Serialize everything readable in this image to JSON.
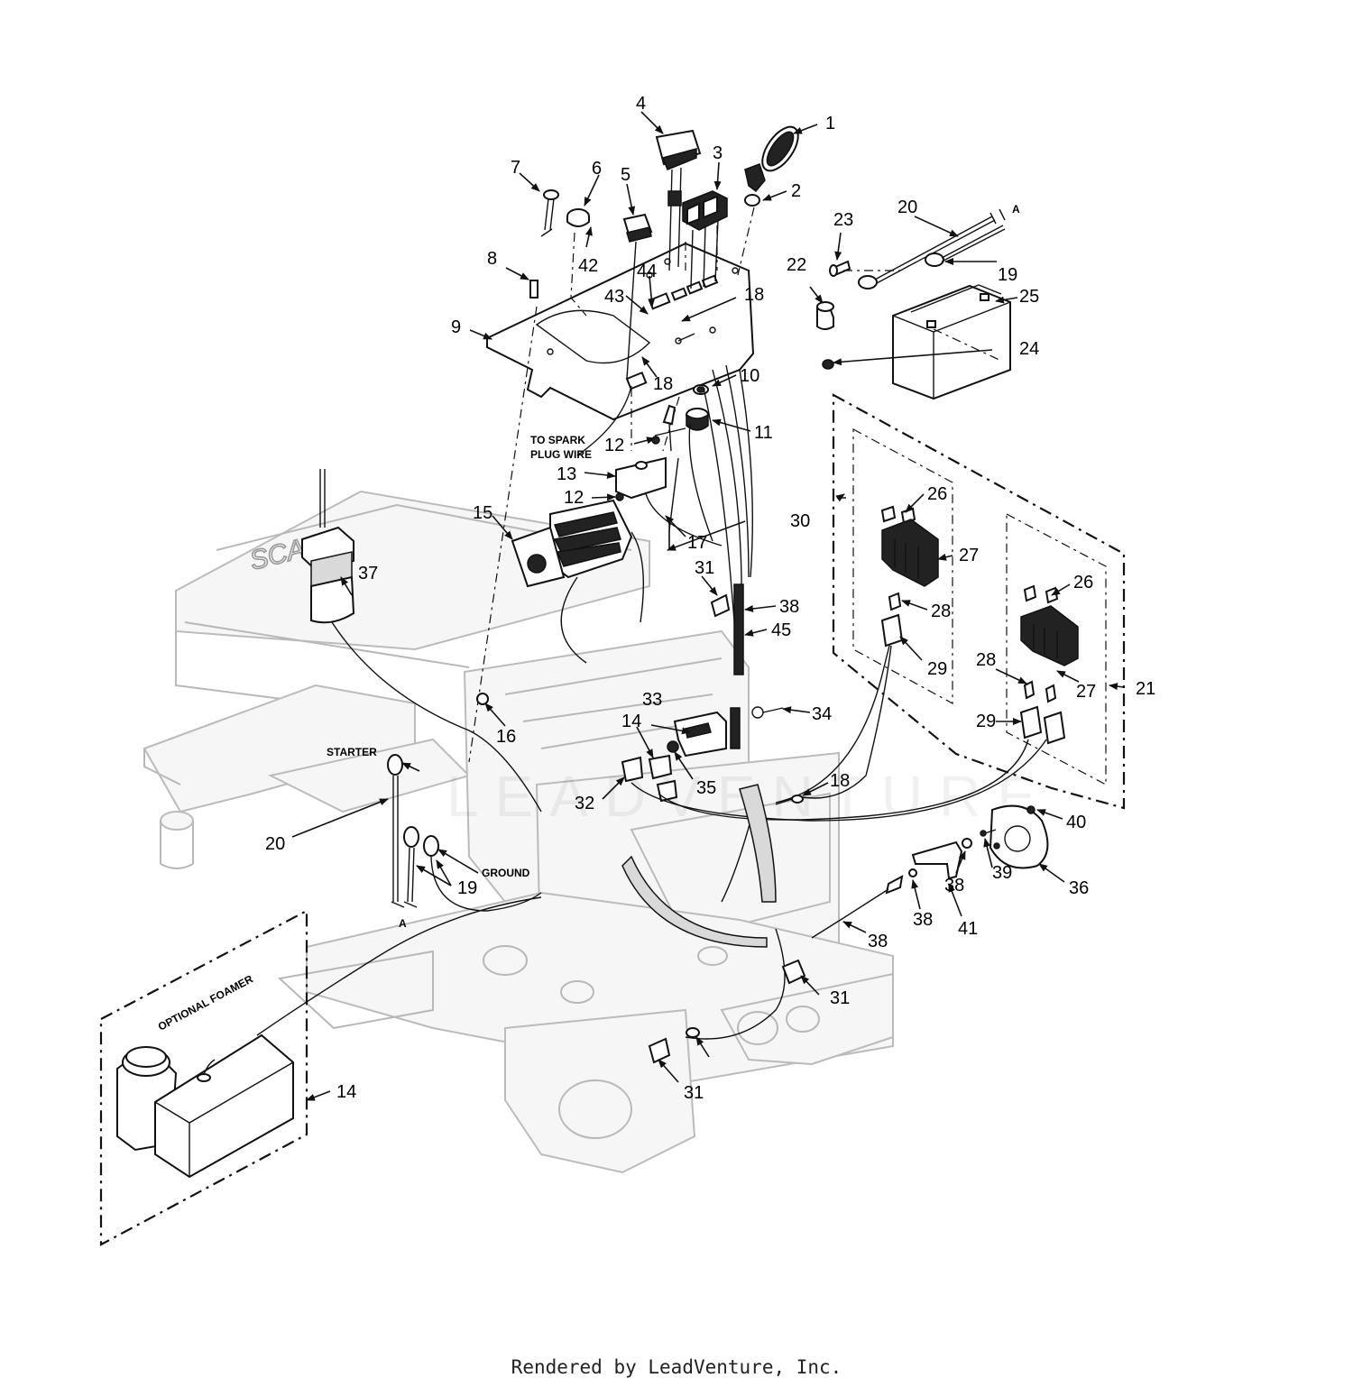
{
  "callouts": [
    {
      "n": "1"
    },
    {
      "n": "2"
    },
    {
      "n": "3"
    },
    {
      "n": "4"
    },
    {
      "n": "5"
    },
    {
      "n": "6"
    },
    {
      "n": "7"
    },
    {
      "n": "8"
    },
    {
      "n": "9"
    },
    {
      "n": "10"
    },
    {
      "n": "11"
    },
    {
      "n": "12"
    },
    {
      "n": "12"
    },
    {
      "n": "13"
    },
    {
      "n": "14"
    },
    {
      "n": "14"
    },
    {
      "n": "15"
    },
    {
      "n": "16"
    },
    {
      "n": "17"
    },
    {
      "n": "18"
    },
    {
      "n": "18"
    },
    {
      "n": "18"
    },
    {
      "n": "19"
    },
    {
      "n": "19"
    },
    {
      "n": "20"
    },
    {
      "n": "20"
    },
    {
      "n": "21"
    },
    {
      "n": "22"
    },
    {
      "n": "23"
    },
    {
      "n": "24"
    },
    {
      "n": "25"
    },
    {
      "n": "26"
    },
    {
      "n": "26"
    },
    {
      "n": "27"
    },
    {
      "n": "27"
    },
    {
      "n": "28"
    },
    {
      "n": "28"
    },
    {
      "n": "29"
    },
    {
      "n": "29"
    },
    {
      "n": "30"
    },
    {
      "n": "31"
    },
    {
      "n": "31"
    },
    {
      "n": "31"
    },
    {
      "n": "32"
    },
    {
      "n": "33"
    },
    {
      "n": "34"
    },
    {
      "n": "35"
    },
    {
      "n": "36"
    },
    {
      "n": "37"
    },
    {
      "n": "38"
    },
    {
      "n": "38"
    },
    {
      "n": "38"
    },
    {
      "n": "38"
    },
    {
      "n": "39"
    },
    {
      "n": "40"
    },
    {
      "n": "41"
    },
    {
      "n": "42"
    },
    {
      "n": "43"
    },
    {
      "n": "44"
    },
    {
      "n": "45"
    }
  ],
  "notes": {
    "spark_line1": "TO SPARK",
    "spark_line2": "PLUG WIRE",
    "starter": "STARTER",
    "ground": "GROUND",
    "ref_a_top": "A",
    "ref_a_bottom": "A",
    "optional_foamer": "OPTIONAL FOAMER",
    "frame_logo": "SCAG"
  },
  "watermark": "LEADVENTURE",
  "footer": "Rendered by LeadVenture, Inc."
}
